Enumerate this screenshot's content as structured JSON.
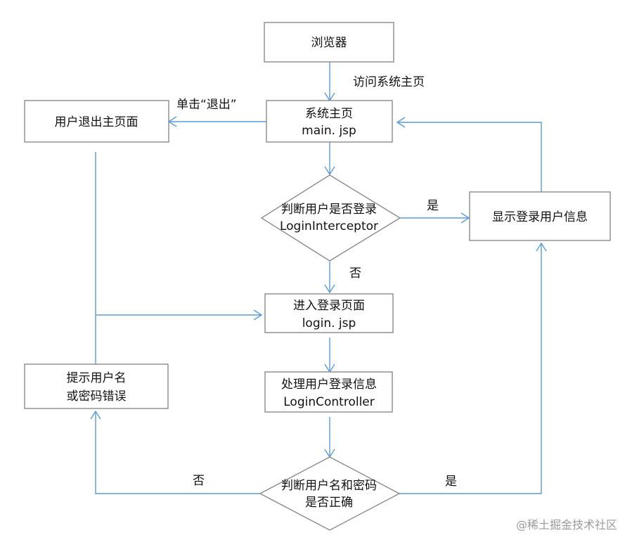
{
  "nodes": {
    "browser": {
      "lines": [
        "浏览器"
      ]
    },
    "main": {
      "lines": [
        "系统主页",
        "main. jsp"
      ]
    },
    "logout": {
      "lines": [
        "用户退出主页面"
      ]
    },
    "check_login": {
      "lines": [
        "判断用户是否登录",
        "LoginInterceptor"
      ]
    },
    "show_info": {
      "lines": [
        "显示登录用户信息"
      ]
    },
    "login_page": {
      "lines": [
        "进入登录页面",
        "login. jsp"
      ]
    },
    "handle_login": {
      "lines": [
        "处理用户登录信息",
        "LoginController"
      ]
    },
    "error": {
      "lines": [
        "提示用户名",
        "或密码错误"
      ]
    },
    "check_pwd": {
      "lines": [
        "判断用户名和密码",
        "是否正确"
      ]
    }
  },
  "edges": {
    "visit_home": "访问系统主页",
    "click_logout": "单击“退出”",
    "yes_login": "是",
    "no_login": "否",
    "no_pwd": "否",
    "yes_pwd": "是"
  },
  "watermark": "@稀土掘金技术社区"
}
